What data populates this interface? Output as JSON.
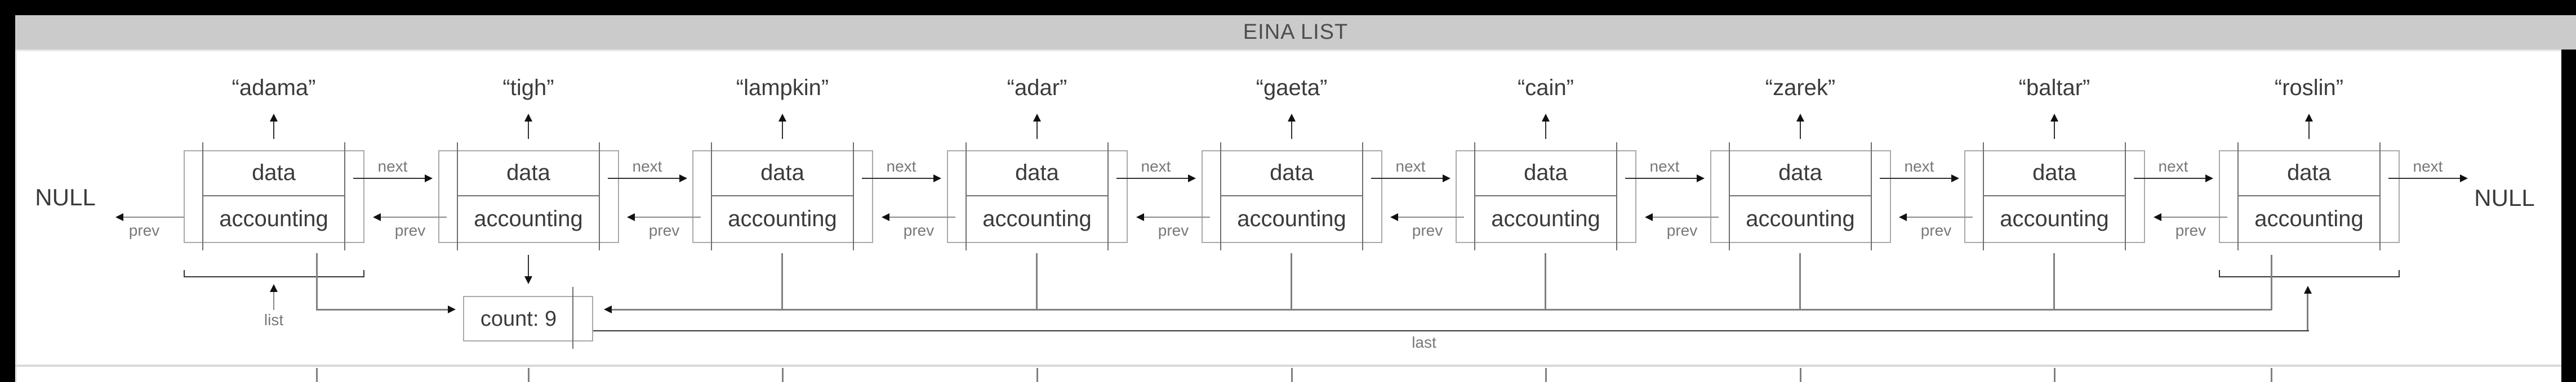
{
  "title": "EINA LIST",
  "nulls": {
    "left": "NULL",
    "right": "NULL"
  },
  "cells": {
    "data": "data",
    "accounting": "accounting"
  },
  "arrows": {
    "next": "next",
    "prev": "prev"
  },
  "pointers": {
    "list": "list",
    "last": "last"
  },
  "count": {
    "label": "count: 9"
  },
  "nodes": [
    {
      "label": "“adama”"
    },
    {
      "label": "“tigh”"
    },
    {
      "label": "“lampkin”"
    },
    {
      "label": "“adar”"
    },
    {
      "label": "“gaeta”"
    },
    {
      "label": "“cain”"
    },
    {
      "label": "“zarek”"
    },
    {
      "label": "“baltar”"
    },
    {
      "label": "“roslin”"
    }
  ],
  "colors": {
    "frame": "#000000",
    "titlebar_bg": "#cbcbcb",
    "title_text": "#4d4d4d",
    "box_outer_border": "#a9a9a9",
    "box_inner_border": "#6e6e6e",
    "text_dark": "#3b3b3b",
    "text_muted": "#787878",
    "pointer_gray": "#808080",
    "arrow_dark": "#2f2f2f"
  }
}
